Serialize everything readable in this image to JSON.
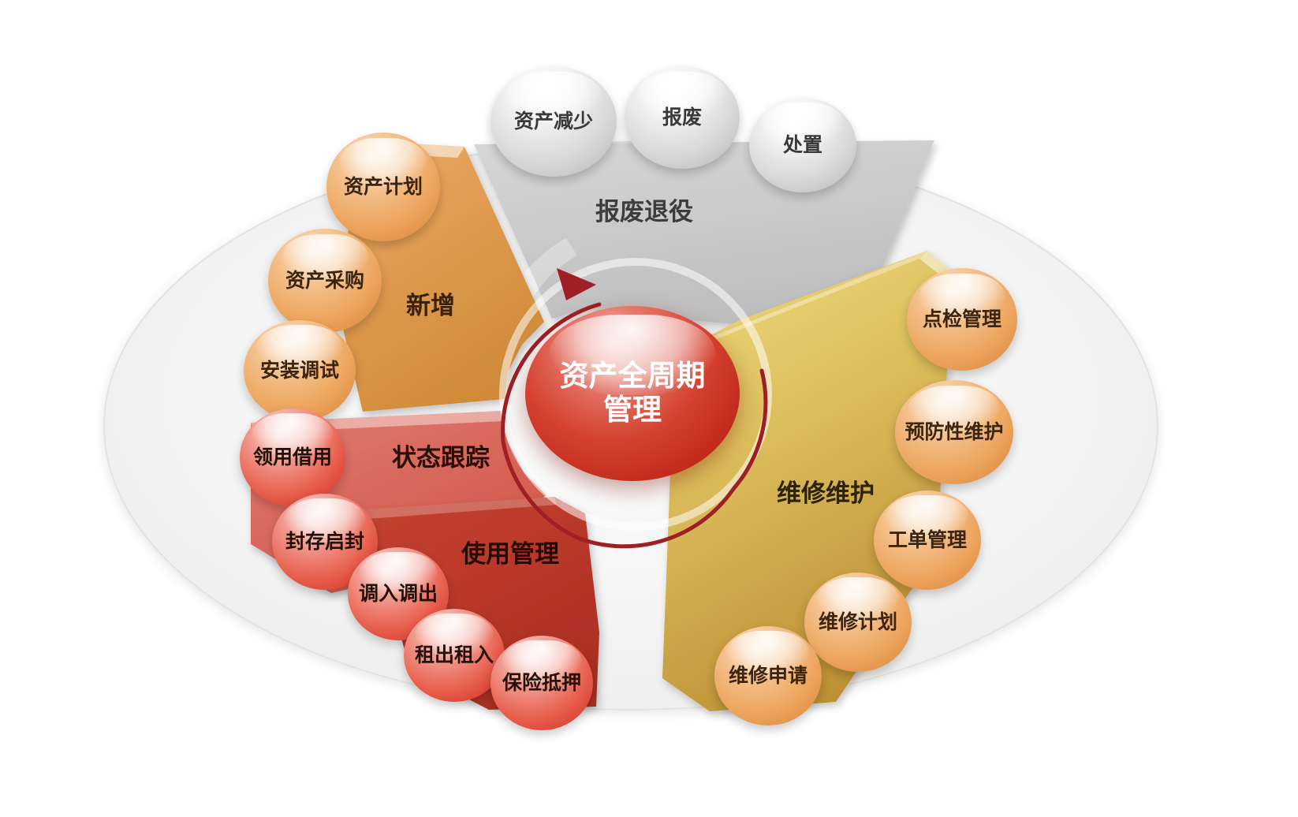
{
  "diagram": {
    "title": "资产全周期管理",
    "center": {
      "label": "资产全周期管理",
      "line1": "资产全周期",
      "line2": "管理",
      "color": "#c8281a"
    },
    "background_ellipse_color": "#f2f2f2",
    "cycle_arrow": {
      "name": "counter-clockwise-cycle-arrow",
      "color": "#9e2024",
      "direction": "counter-clockwise"
    },
    "segments": [
      {
        "id": "scrap",
        "label": "报废退役",
        "color": "#c9c9c9",
        "node_color": "#d8d8d8",
        "nodes": [
          {
            "label": "资产减少"
          },
          {
            "label": "报废"
          },
          {
            "label": "处置"
          }
        ]
      },
      {
        "id": "acquire",
        "label": "新增",
        "color": "#e09a50",
        "node_color": "#eda65f",
        "nodes": [
          {
            "label": "资产计划"
          },
          {
            "label": "资产采购"
          },
          {
            "label": "安装调试"
          }
        ]
      },
      {
        "id": "status",
        "label": "状态跟踪",
        "color": "#d9685c",
        "node_color": "#e8604f",
        "nodes": [
          {
            "label": "领用借用"
          },
          {
            "label": "封存启封"
          }
        ]
      },
      {
        "id": "usage",
        "label": "使用管理",
        "color": "#b8372a",
        "node_color": "#d63c2c",
        "nodes": [
          {
            "label": "调入调出"
          },
          {
            "label": "租出租入"
          },
          {
            "label": "保险抵押"
          }
        ]
      },
      {
        "id": "maintenance",
        "label": "维修维护",
        "color": "#c4983f",
        "node_color": "#f0a95f",
        "nodes": [
          {
            "label": "点检管理"
          },
          {
            "label": "预防性维护"
          },
          {
            "label": "工单管理"
          },
          {
            "label": "维修计划"
          },
          {
            "label": "维修申请"
          }
        ]
      }
    ]
  }
}
